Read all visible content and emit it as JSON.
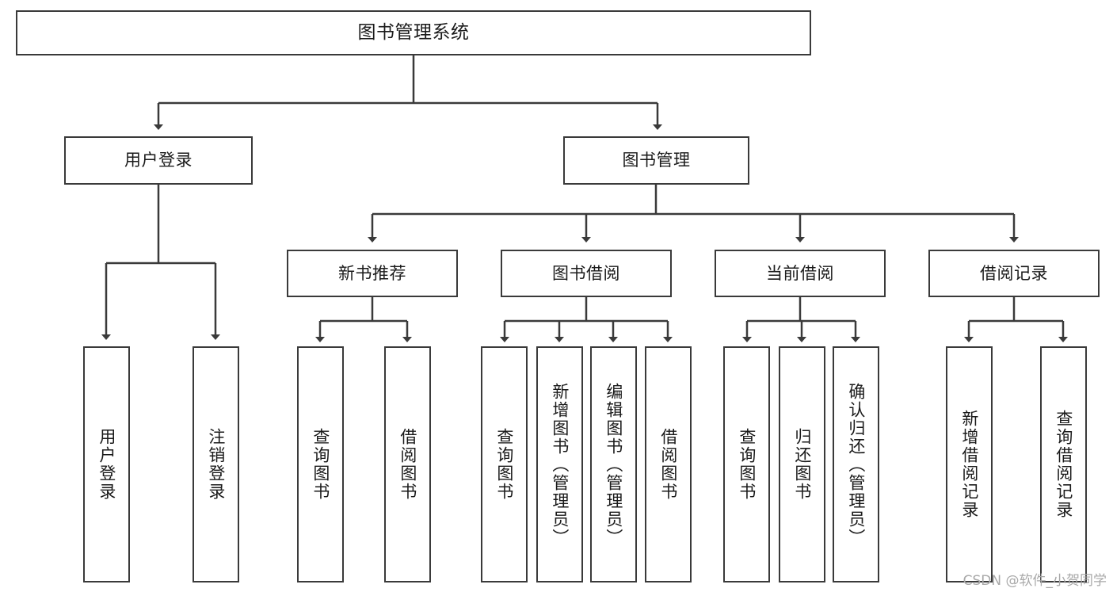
{
  "diagram": {
    "title": "图书管理系统",
    "type": "tree-hierarchy-chart",
    "watermark": "CSDN @软件_小贺同学",
    "root": {
      "id": "root",
      "label": "图书管理系统"
    },
    "level2": [
      {
        "id": "user-login",
        "label": "用户登录"
      },
      {
        "id": "book-manage",
        "label": "图书管理"
      }
    ],
    "level3": [
      {
        "id": "new-book-recommend",
        "label": "新书推荐"
      },
      {
        "id": "book-borrow",
        "label": "图书借阅"
      },
      {
        "id": "current-borrow",
        "label": "当前借阅"
      },
      {
        "id": "borrow-record",
        "label": "借阅记录"
      }
    ],
    "leaves": {
      "user_login": [
        {
          "id": "leaf-user-login",
          "label": "用户登录"
        },
        {
          "id": "leaf-logout-login",
          "label": "注销登录"
        }
      ],
      "new_book_recommend": [
        {
          "id": "leaf-query-book-1",
          "label": "查询图书"
        },
        {
          "id": "leaf-borrow-book-1",
          "label": "借阅图书"
        }
      ],
      "book_borrow": [
        {
          "id": "leaf-query-book-2",
          "label": "查询图书"
        },
        {
          "id": "leaf-add-book",
          "label": "新增图书（管理员）"
        },
        {
          "id": "leaf-edit-book",
          "label": "编辑图书（管理员）"
        },
        {
          "id": "leaf-borrow-book-2",
          "label": "借阅图书"
        }
      ],
      "current_borrow": [
        {
          "id": "leaf-query-book-3",
          "label": "查询图书"
        },
        {
          "id": "leaf-return-book",
          "label": "归还图书"
        },
        {
          "id": "leaf-confirm-return",
          "label": "确认归还（管理员）"
        }
      ],
      "borrow_record": [
        {
          "id": "leaf-add-record",
          "label": "新增借阅记录"
        },
        {
          "id": "leaf-query-record",
          "label": "查询借阅记录"
        }
      ]
    },
    "colors": {
      "stroke": "#3a3a3a",
      "fill": "#ffffff",
      "text": "#1a1a1a",
      "watermark": "#a8a8a8"
    }
  }
}
